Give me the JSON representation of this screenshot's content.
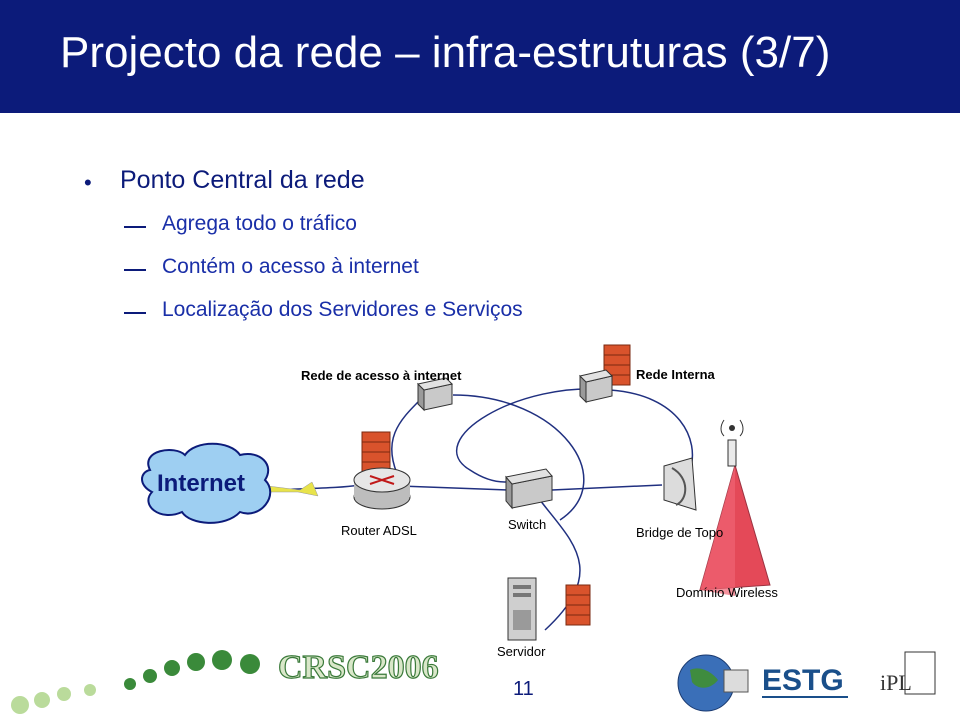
{
  "title": "Projecto da rede – infra-estruturas (3/7)",
  "bullet": "Ponto Central da rede",
  "subs": [
    "Agrega todo o tráfico",
    "Contém o acesso à internet",
    "Localização dos Servidores e Serviços"
  ],
  "diagram": {
    "rede_acesso": "Rede de acesso à internet",
    "rede_interna": "Rede Interna",
    "internet": "Internet",
    "router": "Router ADSL",
    "switch": "Switch",
    "bridge": "Bridge de Topo",
    "wireless": "Domínio Wireless",
    "servidor": "Servidor"
  },
  "footer": {
    "page": "11",
    "crsc": "CRSC2006"
  },
  "colors": {
    "header": "#0c1b7a",
    "text": "#1a2fa8",
    "firewall": "#d9532c",
    "wifi": "#e02a3c"
  }
}
